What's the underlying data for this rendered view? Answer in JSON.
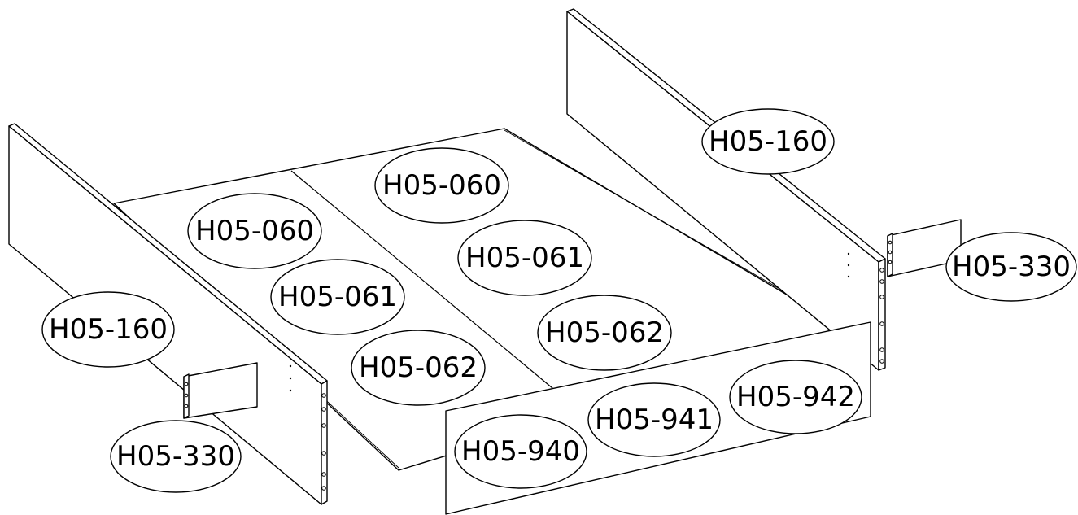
{
  "labels": {
    "side_panel_left": "H05-160",
    "side_panel_right": "H05-160",
    "slat_left_1": "H05-060",
    "slat_left_2": "H05-061",
    "slat_left_3": "H05-062",
    "slat_right_1": "H05-060",
    "slat_right_2": "H05-061",
    "slat_right_3": "H05-062",
    "end_block_left": "H05-330",
    "end_block_right": "H05-330",
    "front_part_1": "H05-940",
    "front_part_2": "H05-941",
    "front_part_3": "H05-942"
  }
}
